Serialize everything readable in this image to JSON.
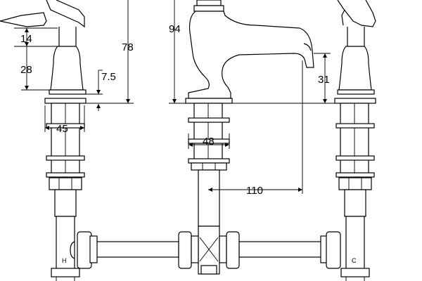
{
  "diagram": {
    "dimensions": [
      {
        "id": "dim-14",
        "label": "14"
      },
      {
        "id": "dim-28",
        "label": "28"
      },
      {
        "id": "dim-7-5",
        "label": "7.5"
      },
      {
        "id": "dim-78",
        "label": "78"
      },
      {
        "id": "dim-45",
        "label": "45"
      },
      {
        "id": "dim-94",
        "label": "94"
      },
      {
        "id": "dim-48",
        "label": "48"
      },
      {
        "id": "dim-110",
        "label": "110"
      },
      {
        "id": "dim-31",
        "label": "31"
      }
    ],
    "markings": {
      "hot": "H",
      "cold": "C"
    }
  }
}
